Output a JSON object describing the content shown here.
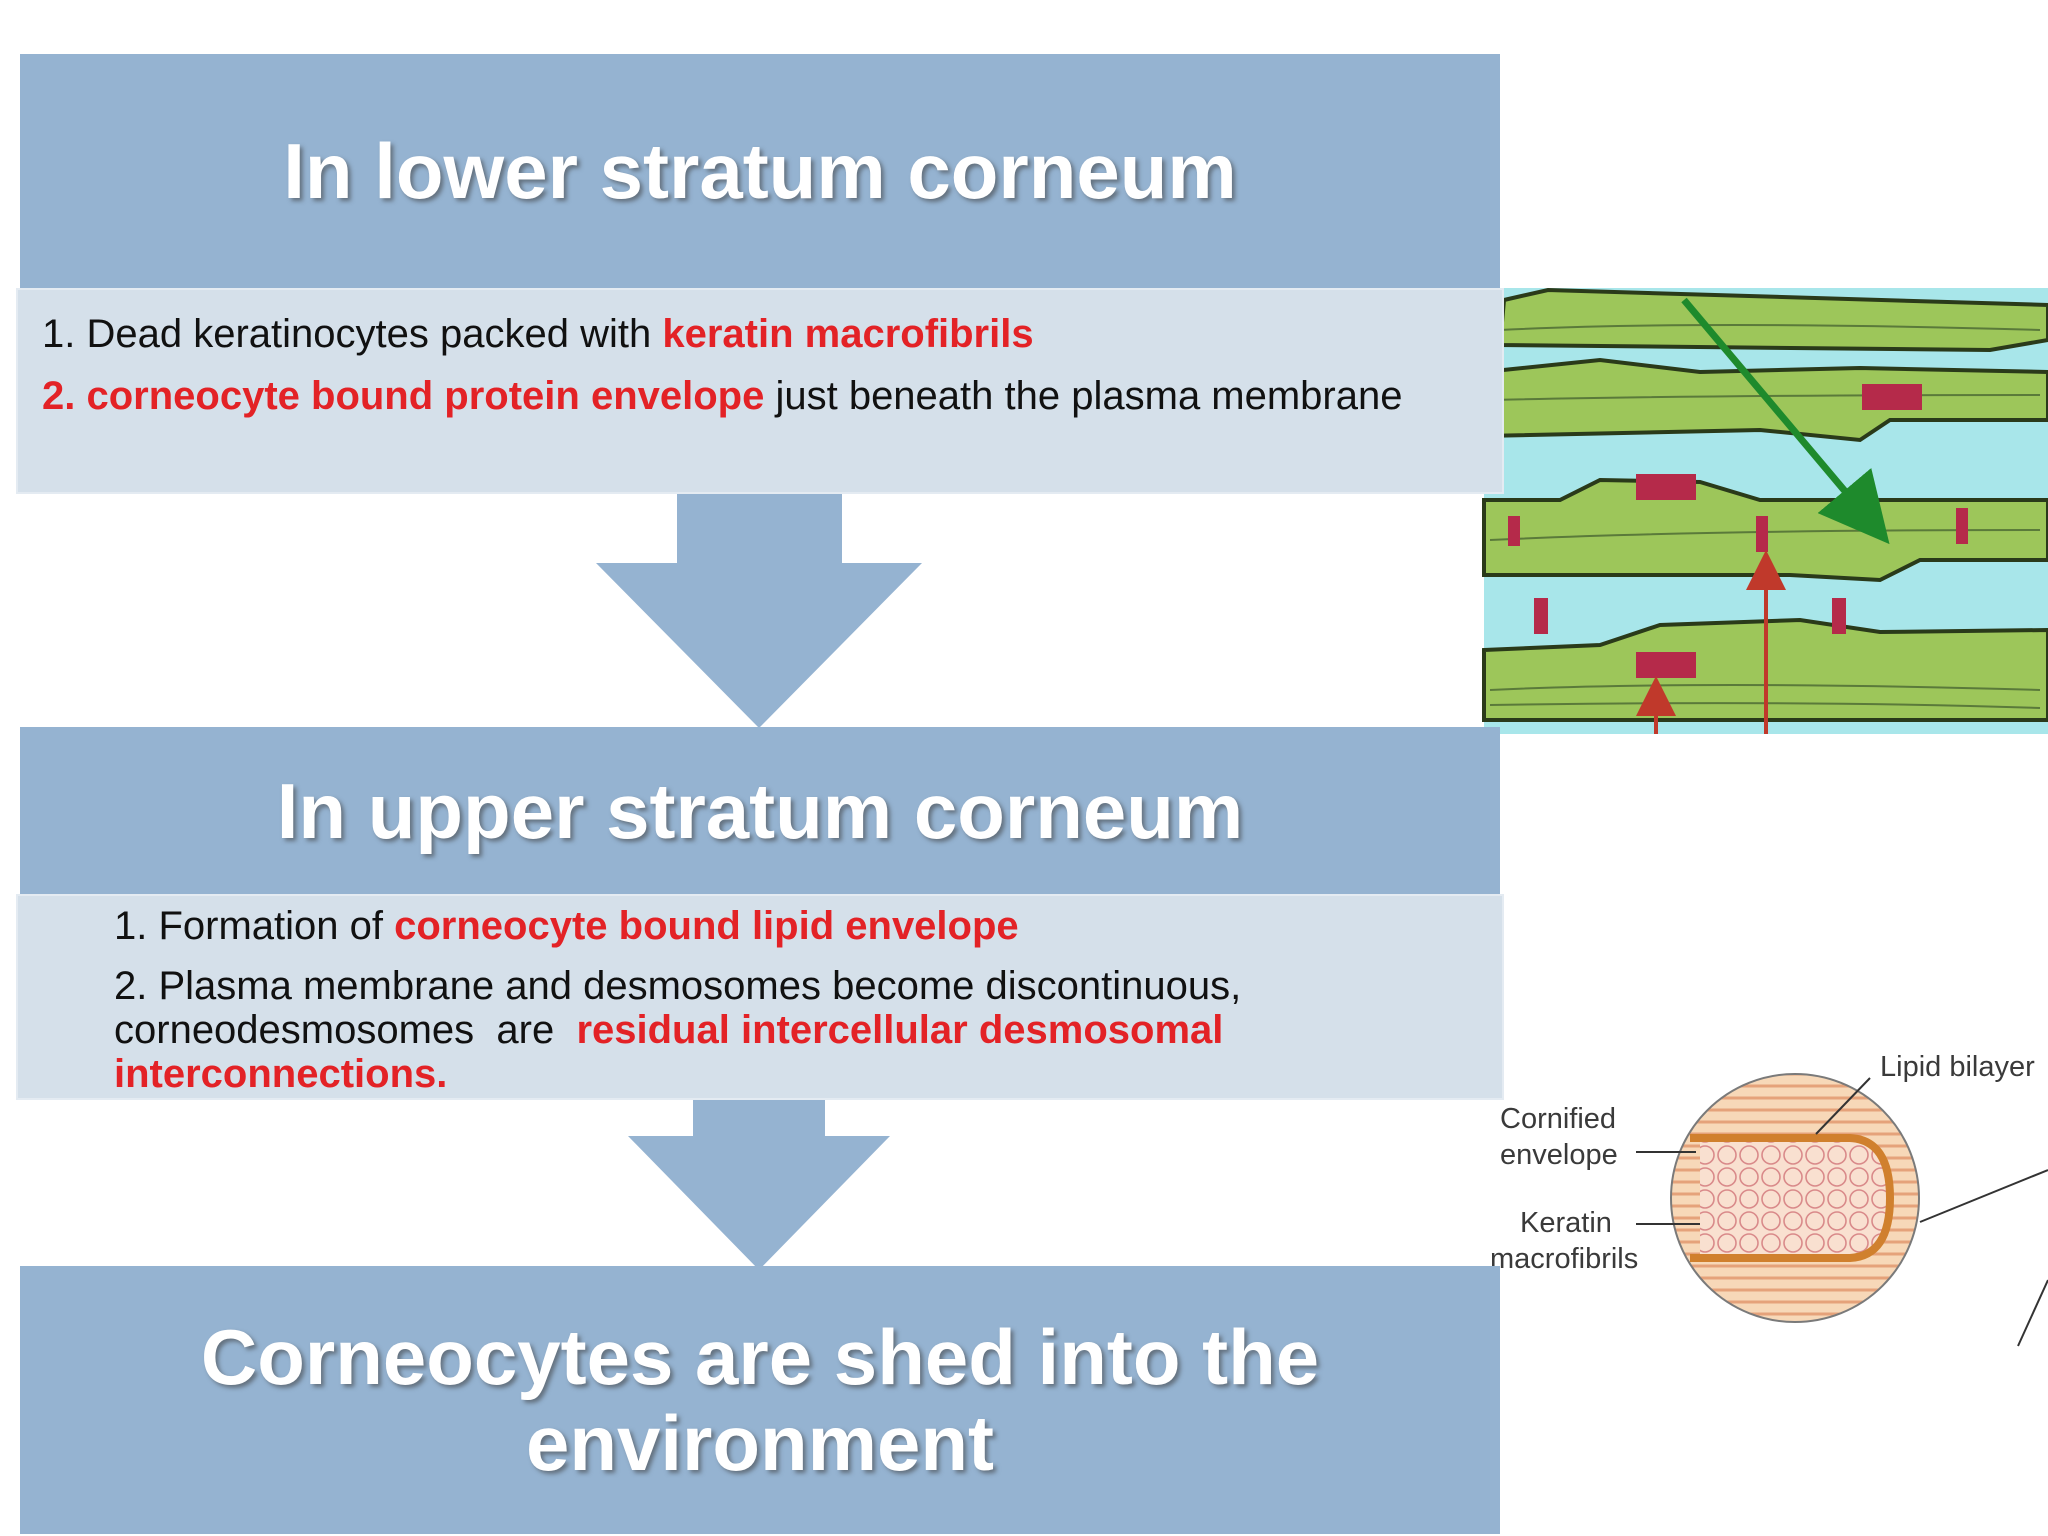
{
  "steps": [
    {
      "title": "In lower stratum corneum",
      "points": [
        {
          "prefix": "1. Dead keratinocytes packed with ",
          "highlight": "keratin macrofibrils",
          "suffix": ""
        },
        {
          "prefix": "",
          "highlight": "2. corneocyte bound protein envelope",
          "suffix": " just beneath the plasma membrane"
        }
      ]
    },
    {
      "title": "In upper stratum corneum",
      "points": [
        {
          "prefix": "1. Formation of ",
          "highlight": "corneocyte bound lipid envelope",
          "suffix": ""
        },
        {
          "prefix": "2. Plasma membrane and desmosomes become discontinuous, corneodesmosomes  are  ",
          "highlight": "residual intercellular desmosomal interconnections.",
          "suffix": ""
        }
      ]
    },
    {
      "title": "Corneocytes are shed into the environment"
    }
  ],
  "figure_labels": {
    "lipid_bilayer": "Lipid bilayer",
    "cornified_envelope_1": "Cornified",
    "cornified_envelope_2": "envelope",
    "keratin_macrofibrils_1": "Keratin",
    "keratin_macrofibrils_2": "macrofibrils"
  },
  "colors": {
    "header_fill": "#95b3d1",
    "content_fill": "#d5e0ea",
    "highlight_text": "#e32226",
    "cell_green": "#9dc65a",
    "intercellular_cyan": "#a8e6ea",
    "desmosome_red": "#b52a4a"
  }
}
